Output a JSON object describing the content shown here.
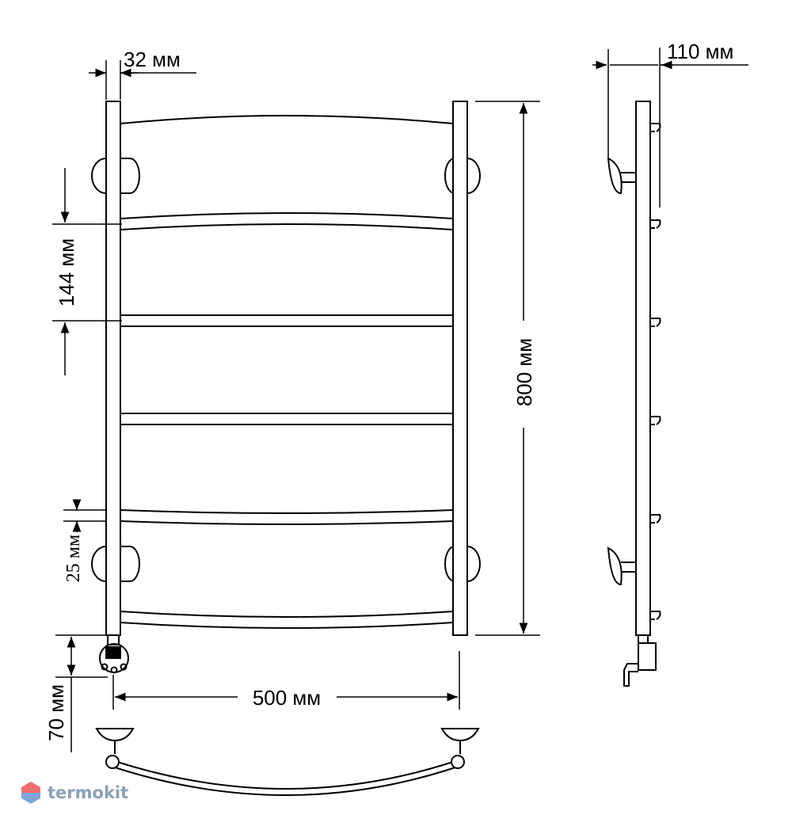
{
  "dimensions": {
    "width_32": "32 мм",
    "depth_110": "110 мм",
    "spacing_144": "144 мм",
    "height_800": "800 мм",
    "gap_25": "25 мм",
    "offset_70": "70 мм",
    "width_500": "500 мм"
  },
  "watermark": {
    "brand": "termokit",
    "icon": "hexagon-logo-icon",
    "colors": {
      "top": "#ef6f6c",
      "bottom": "#7fa6d6"
    }
  }
}
